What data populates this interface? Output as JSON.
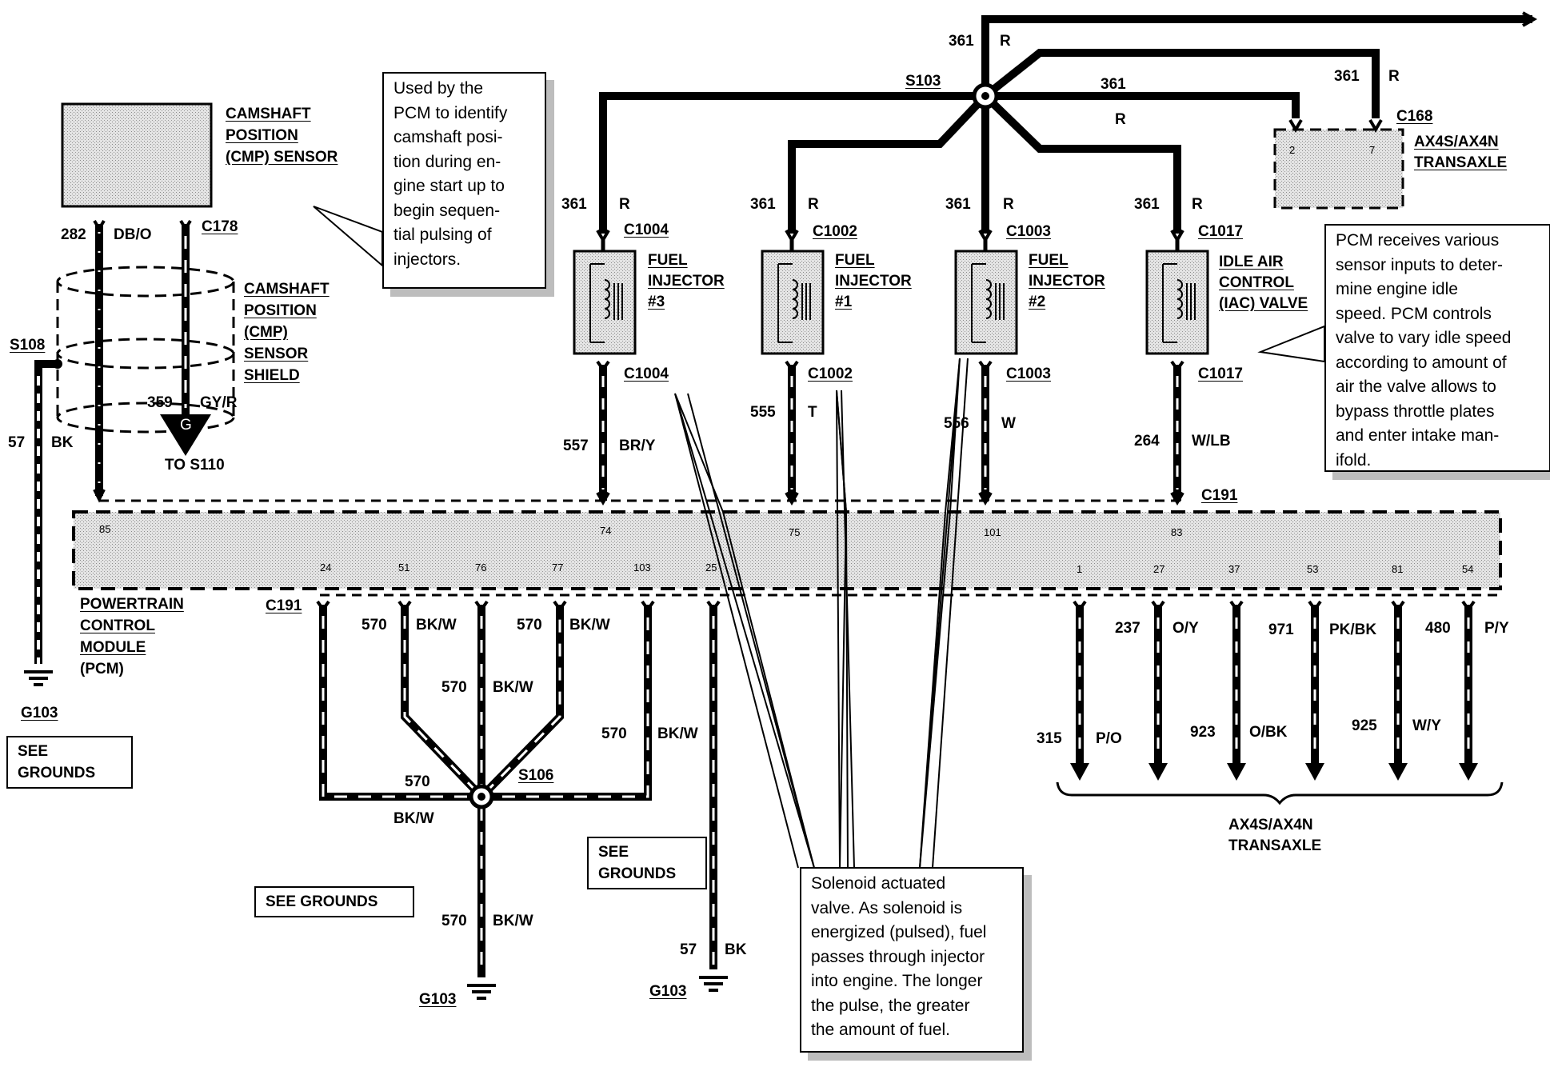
{
  "camshaft_sensor": {
    "name": [
      "CAMSHAFT",
      "POSITION",
      "(CMP) SENSOR"
    ],
    "circuit_282": "282",
    "color_dbo": "DB/O",
    "connector": "C178"
  },
  "cmp_shield": {
    "name": [
      "CAMSHAFT",
      "POSITION",
      "(CMP)",
      "SENSOR",
      "SHIELD"
    ],
    "circuit_359": "359",
    "color_gyr": "GY/R",
    "ground_glyph": "G",
    "destination": "TO S110"
  },
  "splice_s108": {
    "label": "S108",
    "circuit": "57",
    "color": "BK"
  },
  "ground_g103_left": {
    "label": "G103",
    "see_grounds": "SEE\nGROUNDS"
  },
  "note_cmp": "Used by the\nPCM to identify\ncamshaft posi-\ntion during en-\ngine start up to\nbegin sequen-\ntial pulsing of\ninjectors.",
  "power_feed": {
    "splice": "S103",
    "circuit": "361",
    "color": "R"
  },
  "injectors": [
    {
      "name": [
        "FUEL",
        "INJECTOR",
        "#3"
      ],
      "connector": "C1004",
      "in_circuit": "361",
      "in_color": "R",
      "out_circuit": "557",
      "out_color": "BR/Y"
    },
    {
      "name": [
        "FUEL",
        "INJECTOR",
        "#1"
      ],
      "connector": "C1002",
      "in_circuit": "361",
      "in_color": "R",
      "out_circuit": "555",
      "out_color": "T"
    },
    {
      "name": [
        "FUEL",
        "INJECTOR",
        "#2"
      ],
      "connector": "C1003",
      "in_circuit": "361",
      "in_color": "R",
      "out_circuit": "556",
      "out_color": "W"
    }
  ],
  "iac_valve": {
    "name": [
      "IDLE AIR",
      "CONTROL",
      "(IAC) VALVE"
    ],
    "connector": "C1017",
    "in_circuit": "361",
    "in_color": "R",
    "out_circuit": "264",
    "out_color": "W/LB"
  },
  "transaxle_top": {
    "connector": "C168",
    "name": [
      "AX4S/AX4N",
      "TRANSAXLE"
    ],
    "pin_2": "2",
    "pin_7": "7"
  },
  "note_iac": "PCM receives various\nsensor inputs to deter-\nmine engine idle\nspeed. PCM controls\nvalve to vary idle speed\naccording to amount of\nair the valve allows to\nbypass throttle plates\nand enter intake man-\nifold.",
  "pcm": {
    "name": [
      "POWERTRAIN",
      "CONTROL",
      "MODULE",
      "(PCM)"
    ],
    "connector_top": "C191",
    "connector_bottom": "C191",
    "top_pins": [
      "85",
      "74",
      "75",
      "101",
      "83"
    ],
    "bottom_pins": [
      "24",
      "51",
      "76",
      "77",
      "103",
      "25",
      "1",
      "27",
      "37",
      "53",
      "81",
      "54"
    ]
  },
  "ground_network": {
    "splice": "S106",
    "circuit": "570",
    "color": "BK/W",
    "circuit_57": "57",
    "color_bk": "BK",
    "ground_center": "G103",
    "ground_right": "G103",
    "see_grounds_wide": "SEE GROUNDS",
    "see_grounds_small": "SEE\nGROUNDS"
  },
  "transaxle_outputs": {
    "wires": [
      {
        "circuit": "315",
        "color": "P/O"
      },
      {
        "circuit": "237",
        "color": "O/Y"
      },
      {
        "circuit": "923",
        "color": "O/BK"
      },
      {
        "circuit": "971",
        "color": "PK/BK"
      },
      {
        "circuit": "925",
        "color": "W/Y"
      },
      {
        "circuit": "480",
        "color": "P/Y"
      }
    ],
    "name": [
      "AX4S/AX4N",
      "TRANSAXLE"
    ]
  },
  "note_injector": "Solenoid actuated\nvalve. As solenoid is\nenergized (pulsed), fuel\npasses through injector\ninto engine. The longer\nthe pulse, the greater\nthe amount of fuel."
}
